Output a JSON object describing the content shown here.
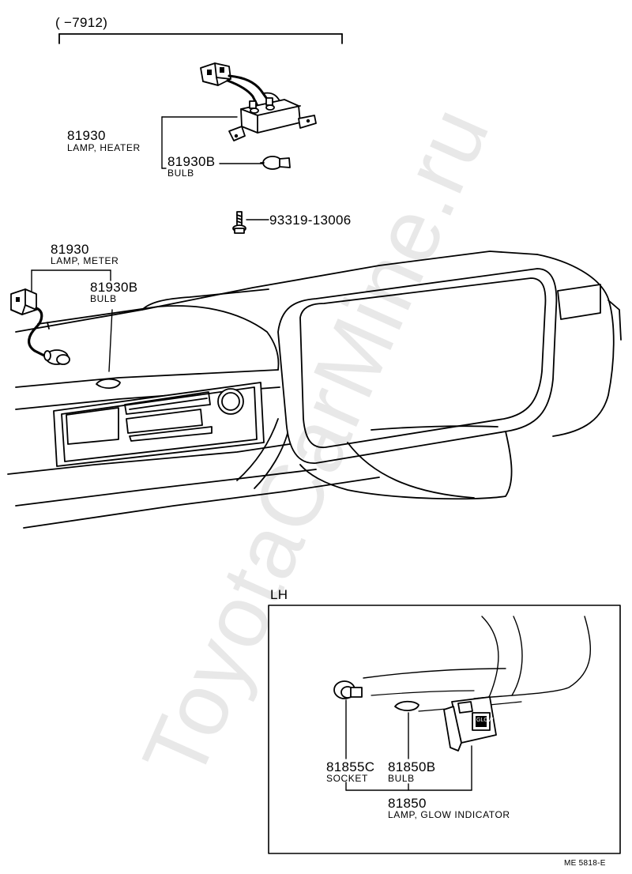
{
  "range_note": "(      −7912)",
  "heater_lamp": {
    "part_no": "81930",
    "name": "LAMP, HEATER"
  },
  "heater_bulb": {
    "part_no": "81930B",
    "name": "BULB"
  },
  "screw": {
    "part_no": "93319-13006"
  },
  "meter_lamp": {
    "part_no": "81930",
    "name": "LAMP, METER"
  },
  "meter_bulb": {
    "part_no": "81930B",
    "name": "BULB"
  },
  "inset": {
    "label": "LH",
    "socket": {
      "part_no": "81855C",
      "name": "SOCKET"
    },
    "bulb": {
      "part_no": "81850B",
      "name": "BULB"
    },
    "lamp": {
      "part_no": "81850",
      "name": "LAMP, GLOW INDICATOR"
    },
    "switch_text": "GLOW"
  },
  "figure_code": "ME  5818-E",
  "watermark": "ToyotaCarMine.ru",
  "colors": {
    "ink": "#000000",
    "paper": "#ffffff",
    "watermark": "#cfcfcf"
  }
}
